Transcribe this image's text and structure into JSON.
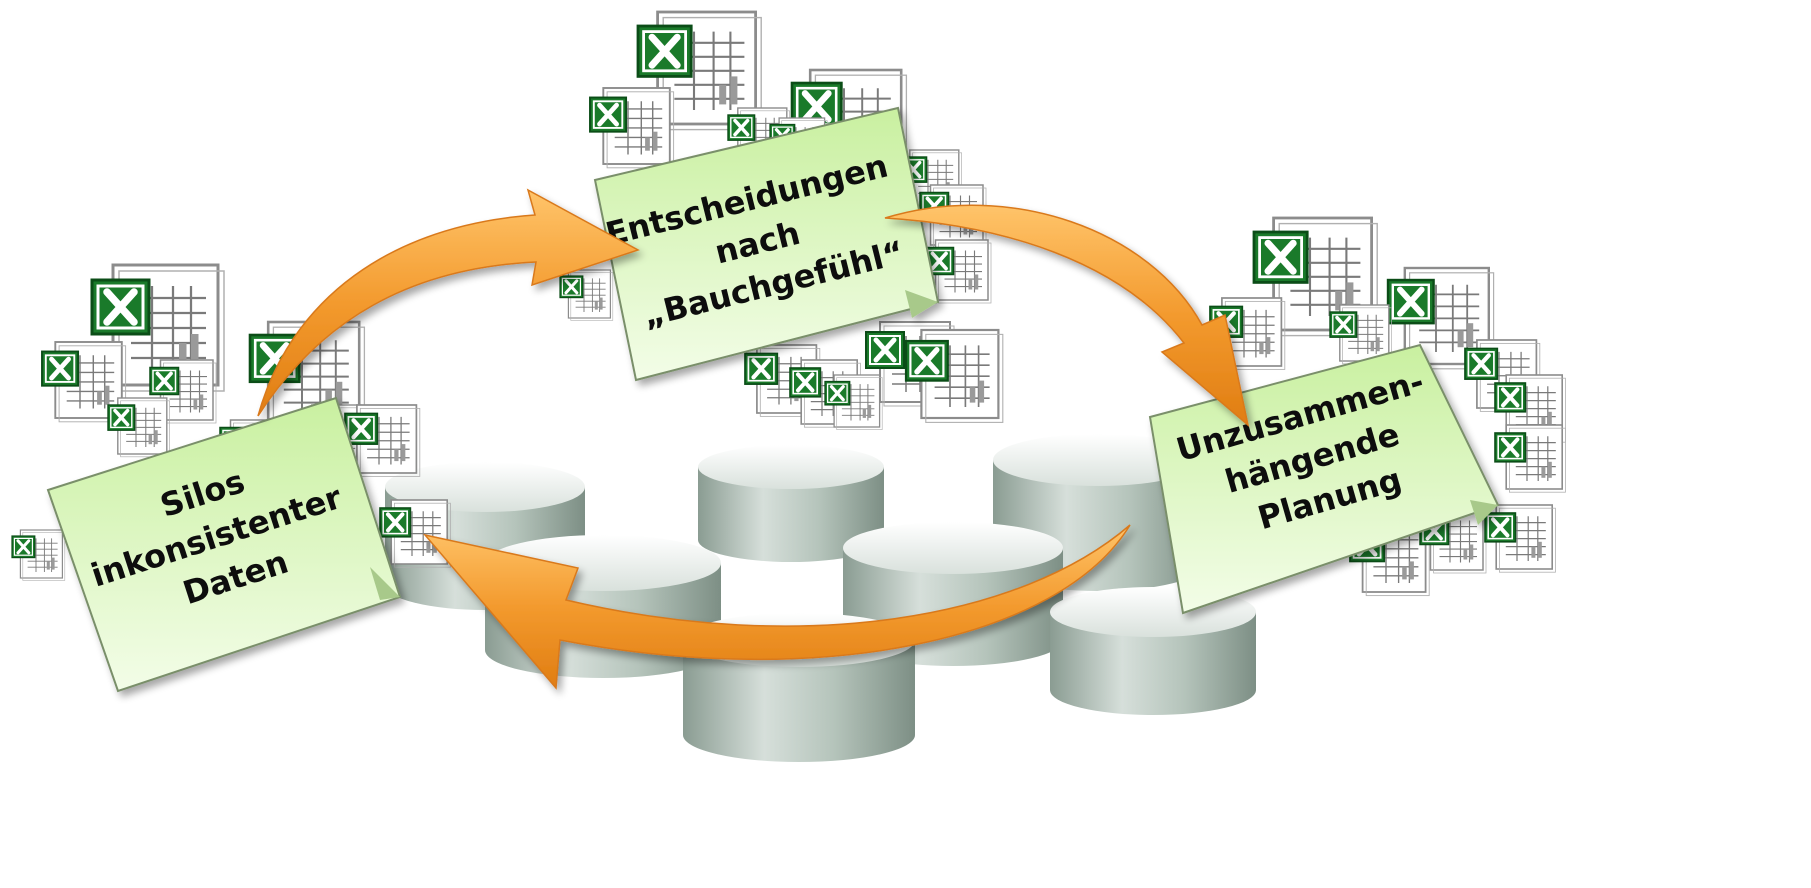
{
  "notes": {
    "left": {
      "lines": [
        "Silos",
        "inkonsistenter",
        "Daten"
      ]
    },
    "top": {
      "lines": [
        "Entscheidungen",
        "nach",
        "„Bauchgefühl“"
      ]
    },
    "right": {
      "lines": [
        "Unzusammen-",
        "hängende",
        "Planung"
      ]
    }
  },
  "colors": {
    "arrow": "#f39a2e",
    "arrow_light": "#ffd28a",
    "note_fill": "#d8f5b4",
    "note_edge": "#7a8f6a",
    "excel_green": "#1a7a2a",
    "database": "#a8b8b0"
  },
  "icons": {
    "spreadsheet": "excel-spreadsheet-icon",
    "database": "database-cylinder-icon",
    "arrow": "curved-arrow"
  }
}
